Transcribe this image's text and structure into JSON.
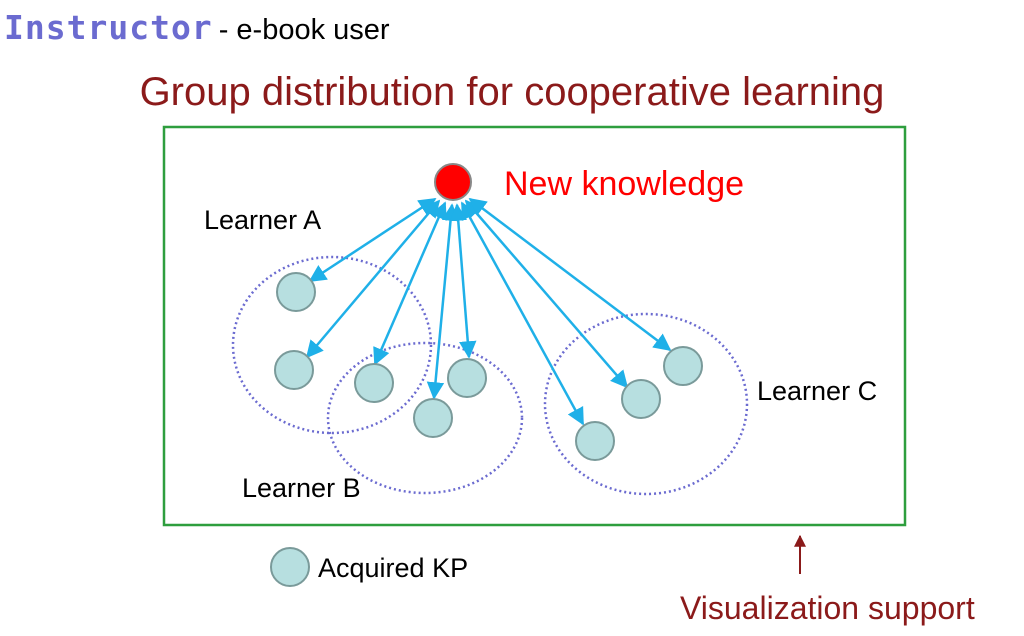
{
  "header": {
    "role": "Instructor",
    "role_description": "- e-book user"
  },
  "title": "Group distribution for cooperative learning",
  "diagram": {
    "new_knowledge_label": "New knowledge",
    "learner_labels": {
      "a": "Learner A",
      "b": "Learner B",
      "c": "Learner C"
    },
    "legend_label": "Acquired KP",
    "visualization_label": "Visualization support"
  },
  "colors": {
    "frame": "#2e9e3e",
    "new_knowledge_node": "#ff0000",
    "kp_node": "#b7dfe0",
    "arrow": "#1fb0e8",
    "group_outline": "#6b6bd0",
    "accent_text": "#8b1a1a"
  }
}
